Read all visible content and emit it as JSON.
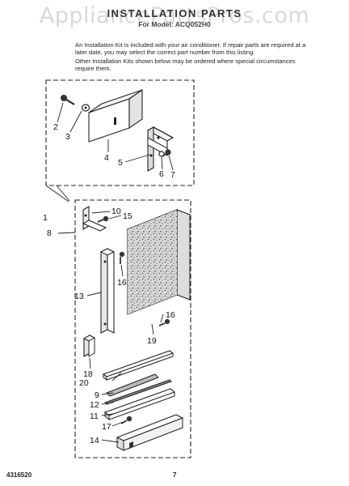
{
  "watermark": "AppliancePartsPros.com",
  "header": {
    "title": "INSTALLATION PARTS",
    "subtitle": "For Model: ACQ052H0"
  },
  "intro": {
    "paragraph1": "An Installation Kit is included with your air conditioner. If repair parts are required at a later date, you may select the correct part number from this listing.",
    "paragraph2": "Other Installation Kits shown below may be ordered where special circumstances require them."
  },
  "callouts": {
    "c1": "1",
    "c2": "2",
    "c3": "3",
    "c4": "4",
    "c5": "5",
    "c6": "6",
    "c7": "7",
    "c8": "8",
    "c9": "9",
    "c10": "10",
    "c11": "11",
    "c12": "12",
    "c13": "13",
    "c14": "14",
    "c15": "15",
    "c16a": "16",
    "c16b": "16",
    "c17": "17",
    "c18": "18",
    "c19": "19",
    "c20": "20"
  },
  "footer": {
    "doc_number": "4316520",
    "page_number": "7"
  }
}
